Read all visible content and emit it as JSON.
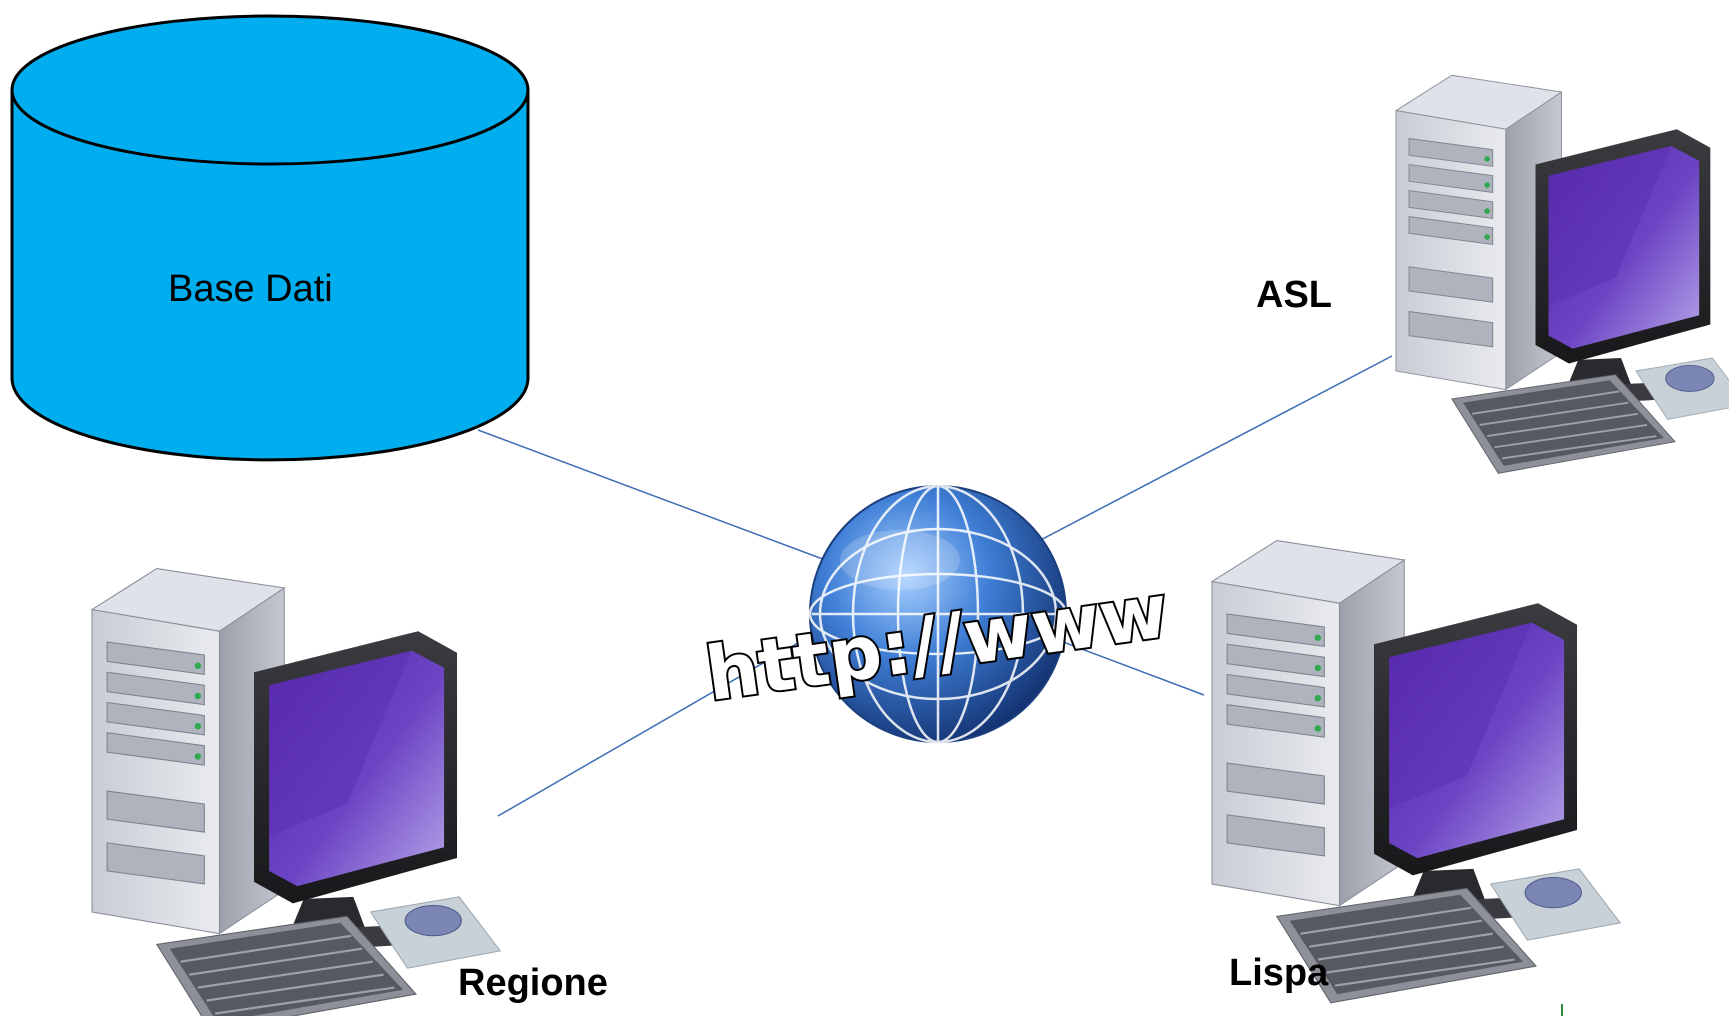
{
  "diagram": {
    "database": {
      "label": "Base Dati",
      "fill": "#00AEEF"
    },
    "internet": {
      "text": "http://www"
    },
    "nodes": {
      "asl": {
        "label": "ASL"
      },
      "regione": {
        "label": "Regione"
      },
      "lispa": {
        "label": "Lispa"
      }
    },
    "colors": {
      "link": "#3E6EB4",
      "screen": "#6A3FB8",
      "globe": "#2F63B8"
    }
  }
}
